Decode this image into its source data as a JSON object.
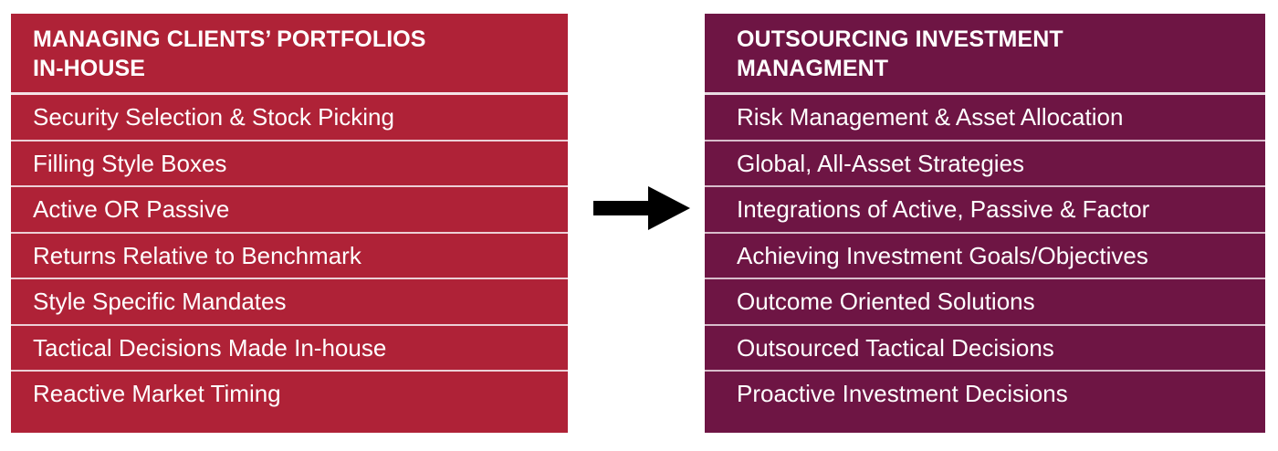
{
  "colors": {
    "left_panel": "#af2237",
    "right_panel": "#6e1544",
    "text": "#ffffff",
    "divider": "#f4e2e6",
    "arrow": "#000000",
    "background": "#ffffff"
  },
  "left_panel": {
    "title_line1": "MANAGING CLIENTS’ PORTFOLIOS",
    "title_line2": "IN-HOUSE",
    "items": [
      "Security Selection & Stock Picking",
      "Filling Style Boxes",
      "Active OR Passive",
      "Returns Relative to Benchmark",
      "Style Specific Mandates",
      "Tactical Decisions Made In-house",
      "Reactive Market Timing"
    ]
  },
  "connector": {
    "icon": "right-arrow-icon",
    "direction": "right"
  },
  "right_panel": {
    "title_line1": "OUTSOURCING INVESTMENT",
    "title_line2": "MANAGMENT",
    "items": [
      "Risk Management & Asset Allocation",
      "Global, All-Asset Strategies",
      "Integrations of Active, Passive & Factor",
      "Achieving Investment Goals/Objectives",
      "Outcome Oriented Solutions",
      "Outsourced Tactical Decisions",
      "Proactive Investment Decisions"
    ]
  }
}
